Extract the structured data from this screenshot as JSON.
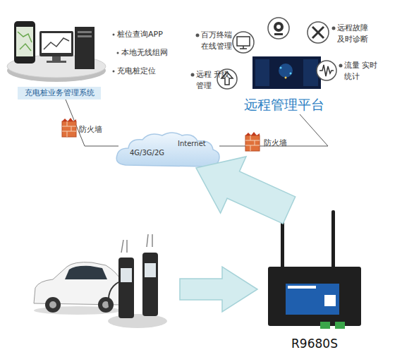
{
  "diagram": {
    "nodes": [
      {
        "text": [
          "充电桩业务管理系统"
        ]
      },
      {
        "text": [
          "远程管理平台"
        ]
      },
      {
        "text": [
          "4G/3G/2G",
          "Internet"
        ]
      },
      {
        "text": [
          "R9680S"
        ]
      }
    ],
    "edges": [
      {
        "from": 0,
        "to": 2,
        "arrow": "none"
      },
      {
        "from": 2,
        "to": 1,
        "arrow": "none"
      },
      {
        "from": 3,
        "to": 2,
        "arrow": "to"
      }
    ],
    "labels": [
      "桩位查询APP",
      "本地无线组网",
      "充电桩定位",
      "百万终端 在线管理",
      "远程故障 及时诊断",
      "远程 升级管理",
      "流量 实时统计",
      "防火墙",
      "防火墙"
    ]
  }
}
